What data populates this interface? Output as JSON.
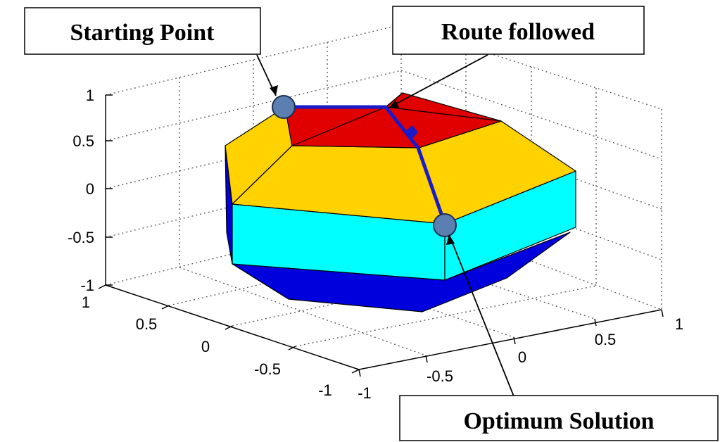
{
  "callouts": {
    "starting_point": "Starting Point",
    "route_followed": "Route followed",
    "optimum_solution": "Optimum Solution"
  },
  "axes": {
    "z_ticks": [
      "1",
      "0.5",
      "0",
      "-0.5",
      "-1"
    ],
    "left_ticks": [
      "1",
      "0.5",
      "0",
      "-0.5",
      "-1"
    ],
    "right_ticks": [
      "-1",
      "-0.5",
      "0",
      "0.5",
      "1"
    ]
  },
  "colors": {
    "top_face": "#e00000",
    "upper_band": "#ffd200",
    "middle_band": "#00ffff",
    "bottom_face": "#0000dd",
    "route": "#1a1ac8",
    "vertex_marker": "#5b7fb0"
  }
}
